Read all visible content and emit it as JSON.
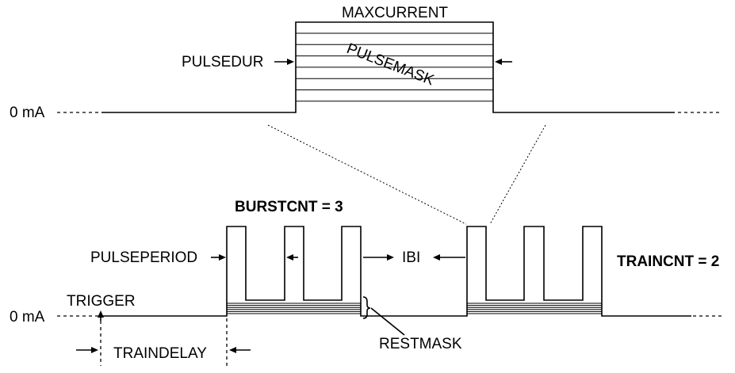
{
  "labels": {
    "maxcurrent": "MAXCURRENT",
    "pulsedur": "PULSEDUR",
    "pulsemask": "PULSEMASK",
    "zero_top": "0 mA",
    "burstcnt": "BURSTCNT = 3",
    "pulseperiod": "PULSEPERIOD",
    "ibi": "IBI",
    "traincnt": "TRAINCNT = 2",
    "trigger": "TRIGGER",
    "zero_bottom": "0 mA",
    "restmask": "RESTMASK",
    "traindelay": "TRAINDELAY"
  },
  "colors": {
    "stroke": "#000000",
    "background": "#ffffff"
  }
}
